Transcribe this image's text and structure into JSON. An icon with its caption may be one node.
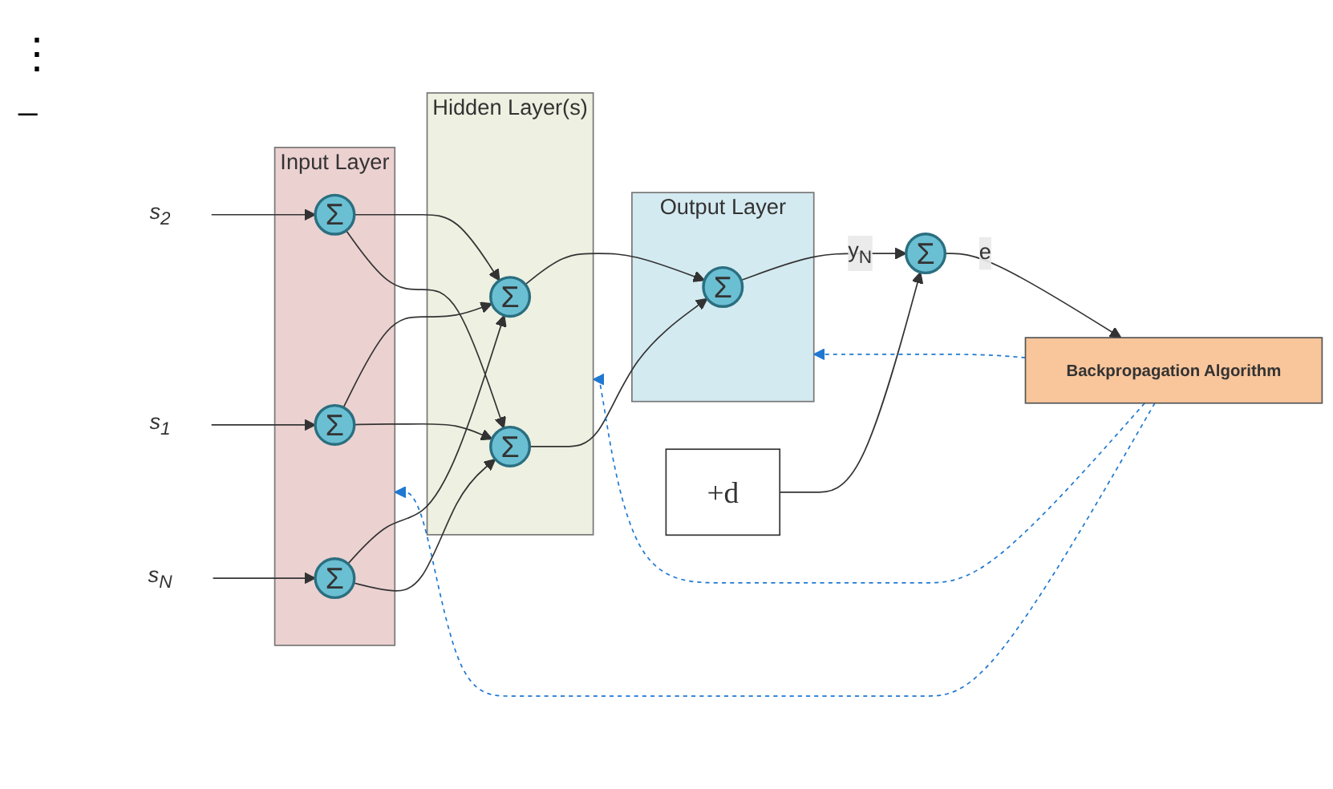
{
  "diagram": {
    "nodes": [
      {
        "text": [
          "s$_{1}$"
        ]
      },
      {
        "text": [
          "s$_{2}$"
        ]
      },
      {
        "text": [
          "s$_{N}$"
        ]
      },
      {
        "text": [
          "Input Layer"
        ]
      },
      {
        "text": [
          "Σ"
        ],
        "in": 3
      },
      {
        "text": [
          "Σ"
        ],
        "in": 3
      },
      {
        "text": [
          "Σ"
        ],
        "in": 3
      },
      {
        "text": [
          "Hidden Layer(s)"
        ]
      },
      {
        "text": [
          "Σ"
        ],
        "in": 7
      },
      {
        "text": [
          "Σ"
        ],
        "in": 7
      },
      {
        "text": [
          "Output Layer"
        ]
      },
      {
        "text": [
          "Σ"
        ],
        "in": 10
      },
      {
        "text": [
          "Σ"
        ]
      },
      {
        "text": [
          "+d"
        ]
      },
      {
        "text": [
          "Backpropagation Algorithm"
        ]
      }
    ],
    "edges": [
      {
        "from": 0,
        "to": 4,
        "arrow": "to"
      },
      {
        "from": 1,
        "to": 5,
        "arrow": "to"
      },
      {
        "from": 2,
        "to": 6,
        "arrow": "to"
      },
      {
        "from": 4,
        "to": 8,
        "arrow": "to"
      },
      {
        "from": 4,
        "to": 9,
        "arrow": "to"
      },
      {
        "from": 5,
        "to": 8,
        "arrow": "to"
      },
      {
        "from": 5,
        "to": 9,
        "arrow": "to"
      },
      {
        "from": 6,
        "to": 8,
        "arrow": "to"
      },
      {
        "from": 6,
        "to": 9,
        "arrow": "to"
      },
      {
        "from": 8,
        "to": 11,
        "arrow": "to"
      },
      {
        "from": 9,
        "to": 11,
        "arrow": "to"
      },
      {
        "from": 11,
        "to": 12,
        "arrow": "to",
        "label": "y$_{N}$"
      },
      {
        "from": 13,
        "to": 12,
        "arrow": "to"
      },
      {
        "from": 12,
        "to": 14,
        "arrow": "to",
        "label": "e"
      },
      {
        "from": 14,
        "to": 3,
        "arrow": "to",
        "style": "dashed",
        "color": "#1f78d1"
      },
      {
        "from": 14,
        "to": 7,
        "arrow": "to",
        "style": "dashed",
        "color": "#1f78d1"
      },
      {
        "from": 14,
        "to": 10,
        "arrow": "to",
        "style": "dashed",
        "color": "#1f78d1"
      }
    ],
    "labels": [
      "⋮",
      "−"
    ]
  }
}
